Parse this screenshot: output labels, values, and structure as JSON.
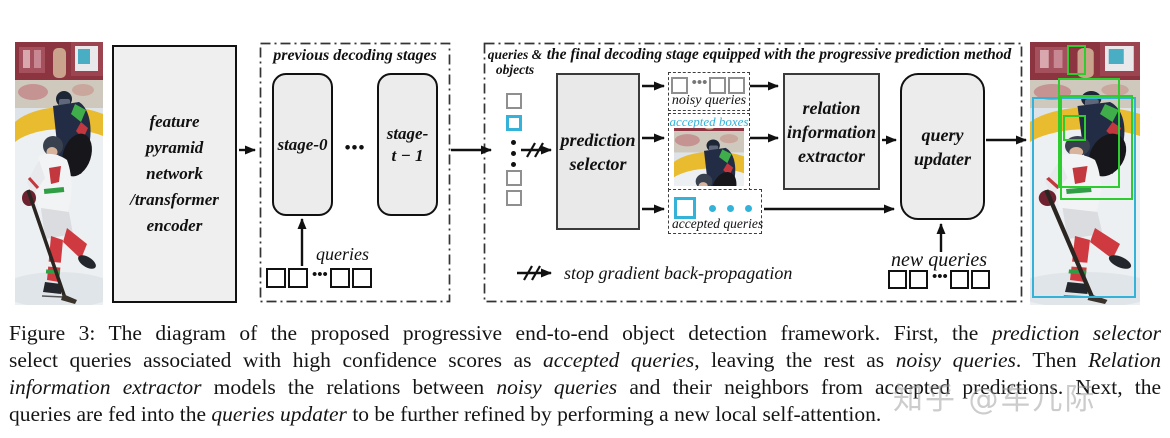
{
  "colors": {
    "accent_cyan": "#35b2d8",
    "bbox_green": "#2ecc2e",
    "box_fill_gray": "#ececec",
    "line_black": "#111111"
  },
  "diagram": {
    "feature_encoder": {
      "l1": "feature",
      "l2": "pyramid",
      "l3": "network",
      "l4": "/transformer",
      "l5": "encoder"
    },
    "previous_stages": {
      "title": "previous decoding stages",
      "stage0": "stage-0",
      "ellipsis": "•••",
      "stage_t_l1": "stage-",
      "stage_t_l2": "t − 1",
      "queries_label": "queries"
    },
    "final_stage": {
      "title": "the final decoding stage equipped with the progressive prediction method",
      "queries_objects_l1": "queries &",
      "queries_objects_l2": "objects",
      "selector_l1": "prediction",
      "selector_l2": "selector",
      "noisy_label": "noisy queries",
      "accepted_boxes_label": "accepted boxes",
      "accepted_queries_label": "accepted queries",
      "extractor_l1": "relation",
      "extractor_l2": "information",
      "extractor_l3": "extractor",
      "updater_l1": "query",
      "updater_l2": "updater",
      "new_queries_label": "new queries",
      "legend_label": "stop gradient back-propagation",
      "ellipsis": "•••"
    }
  },
  "caption": {
    "l1a": "Figure 3:  The diagram of the proposed progressive end-to-end object detection framework.  First, the ",
    "l1b": "prediction selector",
    "l2a": "select queries associated with high confidence scores as ",
    "l2b": "accepted queries",
    "l2c": ", leaving the rest as ",
    "l2d": "noisy queries",
    "l2e": ".  Then ",
    "l2f": "Relation",
    "l3a": "information extractor",
    "l3b": " models the relations between ",
    "l3c": "noisy queries",
    "l3d": " and their neighbors from accepted predictions.  Next, the",
    "l4a": "queries are fed into the ",
    "l4b": "queries updater",
    "l4c": " to be further refined by performing a new local self-attention."
  },
  "watermark": "知乎 @车儿际"
}
